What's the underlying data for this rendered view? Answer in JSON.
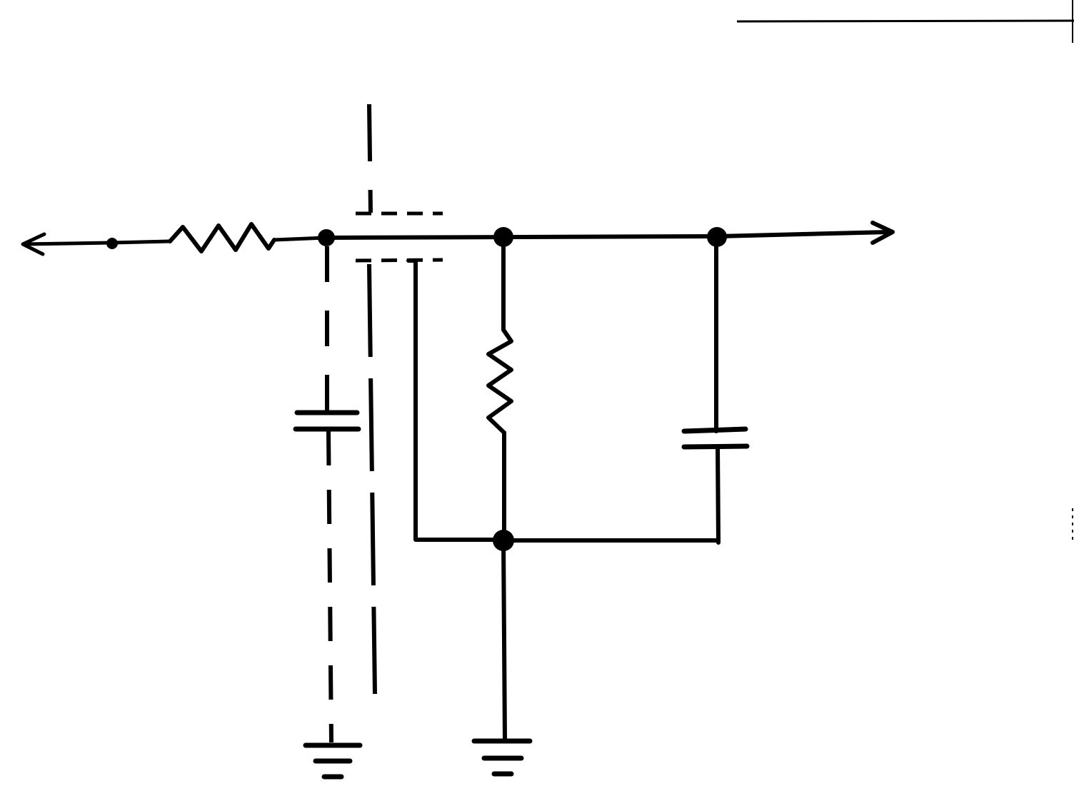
{
  "diagram": {
    "kind": "circuit-schematic",
    "ink_color": "#000000",
    "background_color": "#ffffff",
    "components": [
      {
        "name": "series-resistor",
        "type": "resistor"
      },
      {
        "name": "shunt-resistor",
        "type": "resistor"
      },
      {
        "name": "shunt-capacitor",
        "type": "capacitor"
      },
      {
        "name": "parasitic-capacitor",
        "type": "capacitor",
        "style": "dashed"
      },
      {
        "name": "ground-left",
        "type": "ground"
      },
      {
        "name": "ground-center",
        "type": "ground"
      }
    ],
    "terminals": [
      {
        "name": "input-terminal",
        "type": "bidirectional-arrow"
      },
      {
        "name": "output-terminal",
        "type": "arrow"
      }
    ],
    "nodes_count": 6
  }
}
